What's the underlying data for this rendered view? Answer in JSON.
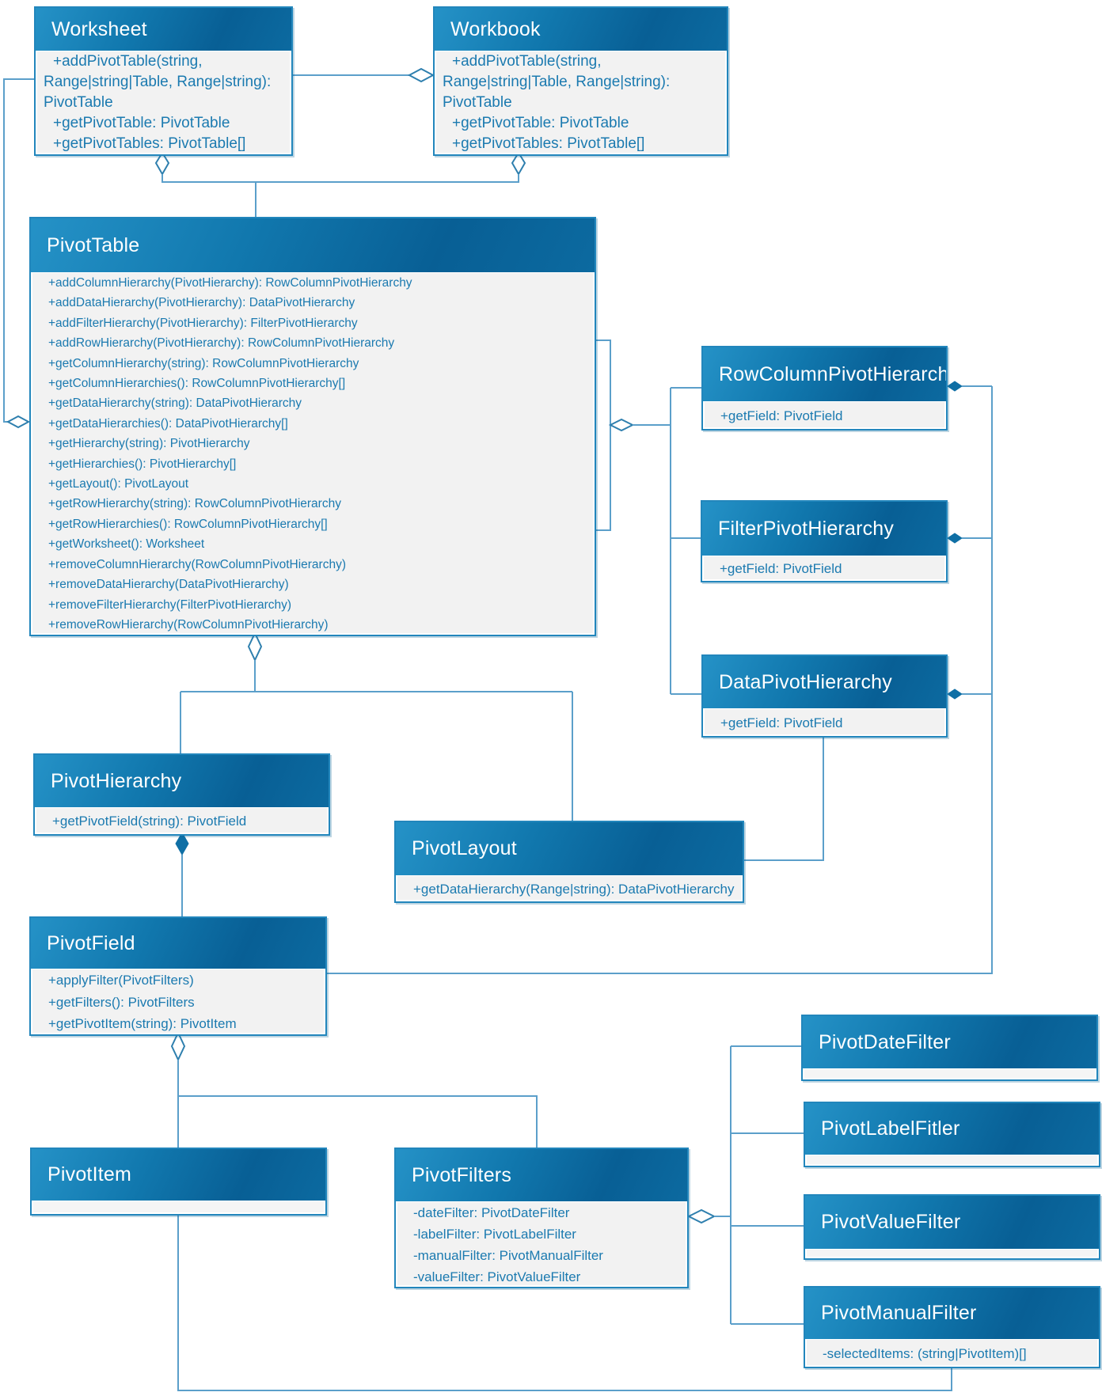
{
  "diagram": {
    "type": "uml-class-diagram",
    "colors": {
      "header_blue_light": "#2592c7",
      "header_blue_dark": "#085f95",
      "border_blue": "#2286bc",
      "body_gray": "#f2f2f2",
      "member_text_blue": "#1b7ab0",
      "connector_blue": "#5b9fca",
      "composition_diamond": "#0f6fa5",
      "title_text": "#ffffff"
    },
    "classes": [
      {
        "id": "worksheet",
        "title": "Worksheet",
        "members": [
          "+addPivotTable(string,",
          "Range|string|Table, Range|string):",
          "PivotTable",
          "+getPivotTable: PivotTable",
          "+getPivotTables: PivotTable[]"
        ]
      },
      {
        "id": "workbook",
        "title": "Workbook",
        "members": [
          "+addPivotTable(string,",
          "Range|string|Table, Range|string):",
          "PivotTable",
          "+getPivotTable: PivotTable",
          "+getPivotTables: PivotTable[]"
        ]
      },
      {
        "id": "pivottable",
        "title": "PivotTable",
        "members": [
          "+addColumnHierarchy(PivotHierarchy): RowColumnPivotHierarchy",
          "+addDataHierarchy(PivotHierarchy): DataPivotHierarchy",
          "+addFilterHierarchy(PivotHierarchy): FilterPivotHierarchy",
          "+addRowHierarchy(PivotHierarchy): RowColumnPivotHierarchy",
          "+getColumnHierarchy(string): RowColumnPivotHierarchy",
          "+getColumnHierarchies(): RowColumnPivotHierarchy[]",
          "+getDataHierarchy(string): DataPivotHierarchy",
          "+getDataHierarchies(): DataPivotHierarchy[]",
          "+getHierarchy(string): PivotHierarchy",
          "+getHierarchies(): PivotHierarchy[]",
          "+getLayout(): PivotLayout",
          "+getRowHierarchy(string): RowColumnPivotHierarchy",
          "+getRowHierarchies(): RowColumnPivotHierarchy[]",
          "+getWorksheet(): Worksheet",
          "+removeColumnHierarchy(RowColumnPivotHierarchy)",
          "+removeDataHierarchy(DataPivotHierarchy)",
          "+removeFilterHierarchy(FilterPivotHierarchy)",
          "+removeRowHierarchy(RowColumnPivotHierarchy)"
        ]
      },
      {
        "id": "rowcolumnpivothierarchy",
        "title": "RowColumnPivotHierarchy",
        "members": [
          "+getField: PivotField"
        ]
      },
      {
        "id": "filterpivothierarchy",
        "title": "FilterPivotHierarchy",
        "members": [
          "+getField: PivotField"
        ]
      },
      {
        "id": "datapivothierarchy",
        "title": "DataPivotHierarchy",
        "members": [
          "+getField: PivotField"
        ]
      },
      {
        "id": "pivothierarchy",
        "title": "PivotHierarchy",
        "members": [
          "+getPivotField(string): PivotField"
        ]
      },
      {
        "id": "pivotlayout",
        "title": "PivotLayout",
        "members": [
          "+getDataHierarchy(Range|string): DataPivotHierarchy"
        ]
      },
      {
        "id": "pivotfield",
        "title": "PivotField",
        "members": [
          "+applyFilter(PivotFilters)",
          "+getFilters(): PivotFilters",
          "+getPivotItem(string): PivotItem"
        ]
      },
      {
        "id": "pivotitem",
        "title": "PivotItem",
        "members": []
      },
      {
        "id": "pivotfilters",
        "title": "PivotFilters",
        "members": [
          "-dateFilter: PivotDateFilter",
          "-labelFilter: PivotLabelFilter",
          "-manualFilter: PivotManualFilter",
          "-valueFilter: PivotValueFilter"
        ]
      },
      {
        "id": "pivotdatefilter",
        "title": "PivotDateFilter",
        "members": []
      },
      {
        "id": "pivotlabelfitler",
        "title": "PivotLabelFitler",
        "members": []
      },
      {
        "id": "pivotvaluefilter",
        "title": "PivotValueFilter",
        "members": []
      },
      {
        "id": "pivotmanualfilter",
        "title": "PivotManualFilter",
        "members": [
          "-selectedItems: (string|PivotItem)[]"
        ]
      }
    ],
    "relationships": [
      {
        "from": "Worksheet",
        "to": "Workbook",
        "type": "aggregation-open"
      },
      {
        "from": "Worksheet",
        "to": "PivotTable",
        "type": "aggregation-open"
      },
      {
        "from": "Workbook",
        "to": "PivotTable",
        "type": "aggregation-open"
      },
      {
        "from": "PivotTable",
        "to": "Worksheet",
        "type": "aggregation-open"
      },
      {
        "from": "PivotTable",
        "to": "RowColumnPivotHierarchy",
        "type": "aggregation-open"
      },
      {
        "from": "PivotTable",
        "to": "FilterPivotHierarchy",
        "type": "aggregation-open"
      },
      {
        "from": "PivotTable",
        "to": "DataPivotHierarchy",
        "type": "aggregation-open"
      },
      {
        "from": "PivotTable",
        "to": "PivotHierarchy",
        "type": "aggregation-open"
      },
      {
        "from": "PivotTable",
        "to": "PivotLayout",
        "type": "aggregation-open"
      },
      {
        "from": "RowColumnPivotHierarchy",
        "to": "PivotField",
        "type": "composition"
      },
      {
        "from": "FilterPivotHierarchy",
        "to": "PivotField",
        "type": "composition"
      },
      {
        "from": "DataPivotHierarchy",
        "to": "PivotField",
        "type": "composition"
      },
      {
        "from": "PivotHierarchy",
        "to": "PivotField",
        "type": "composition"
      },
      {
        "from": "PivotLayout",
        "to": "DataPivotHierarchy",
        "type": "association"
      },
      {
        "from": "PivotField",
        "to": "PivotItem",
        "type": "aggregation-open"
      },
      {
        "from": "PivotField",
        "to": "PivotFilters",
        "type": "aggregation-open"
      },
      {
        "from": "PivotFilters",
        "to": "PivotDateFilter",
        "type": "aggregation-open"
      },
      {
        "from": "PivotFilters",
        "to": "PivotLabelFitler",
        "type": "aggregation-open"
      },
      {
        "from": "PivotFilters",
        "to": "PivotValueFilter",
        "type": "aggregation-open"
      },
      {
        "from": "PivotFilters",
        "to": "PivotManualFilter",
        "type": "aggregation-open"
      },
      {
        "from": "PivotItem",
        "to": "PivotManualFilter",
        "type": "association"
      }
    ]
  }
}
